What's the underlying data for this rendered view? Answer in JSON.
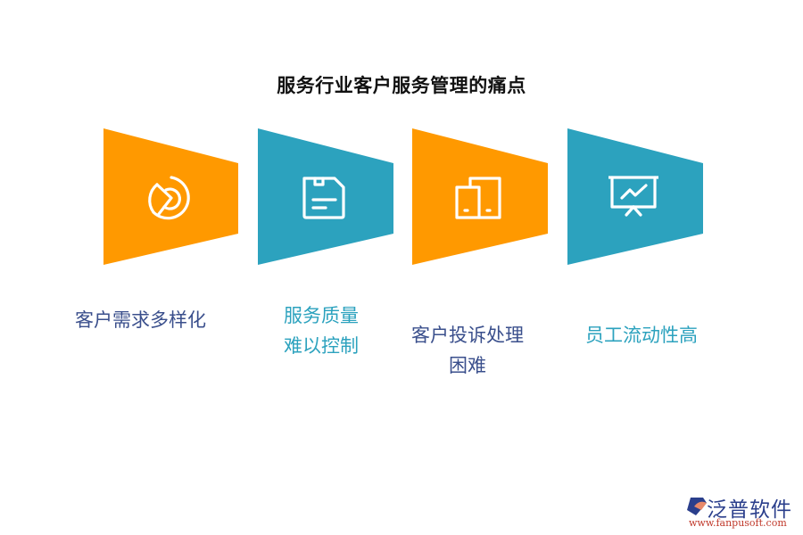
{
  "title": "服务行业客户服务管理的痛点",
  "colors": {
    "orange": "#FF9900",
    "teal": "#2CA2BE",
    "label_dark": "#3A4F8C",
    "label_teal": "#2CA2BE"
  },
  "items": [
    {
      "icon": "pie-chart-icon",
      "color": "orange",
      "label_lines": [
        "客户需求多样化"
      ]
    },
    {
      "icon": "floppy-disk-icon",
      "color": "teal",
      "label_lines": [
        "服务质量",
        "难以控制"
      ]
    },
    {
      "icon": "devices-icon",
      "color": "orange",
      "label_lines": [
        "客户投诉处理",
        "困难"
      ]
    },
    {
      "icon": "presentation-chart-icon",
      "color": "teal",
      "label_lines": [
        "员工流动性高"
      ]
    }
  ],
  "logo": {
    "name": "泛普软件",
    "url": "www.fanpusoft.com"
  }
}
